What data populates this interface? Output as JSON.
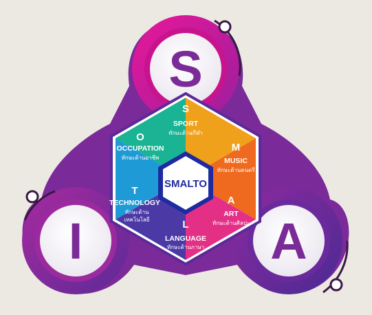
{
  "center": {
    "label": "SMALTO"
  },
  "big_letters": {
    "top": "S",
    "left": "I",
    "right": "A"
  },
  "colors": {
    "background": "#ece9e3",
    "pink": "#d6138f",
    "purple": "#7c2b9e",
    "violet": "#5a2a98",
    "letter_text": "#7b2b97",
    "circle_face": "#f7f4f8"
  },
  "segments": [
    {
      "id": "sport",
      "letter": "S",
      "name": "SPORT",
      "sub": "ทักษะด้านกีฬา",
      "color": "#f0a11c"
    },
    {
      "id": "music",
      "letter": "M",
      "name": "MUSIC",
      "sub": "ทักษะด้านดนตรี",
      "color": "#ef6a1f"
    },
    {
      "id": "art",
      "letter": "A",
      "name": "ART",
      "sub": "ทักษะด้านศิลปะ",
      "color": "#e42f86"
    },
    {
      "id": "language",
      "letter": "L",
      "name": "LANGUAGE",
      "sub": "ทักษะด้านภาษา",
      "color": "#4b3aa6"
    },
    {
      "id": "technology",
      "letter": "T",
      "name": "TECHNOLOGY",
      "sub1": "ทักษะด้าน",
      "sub2": "เทคโนโลยี",
      "color": "#1e9ad6"
    },
    {
      "id": "occupation",
      "letter": "O",
      "name": "OCCUPATION",
      "sub": "ทักษะด้านอาชีพ",
      "color": "#1ab393"
    }
  ]
}
